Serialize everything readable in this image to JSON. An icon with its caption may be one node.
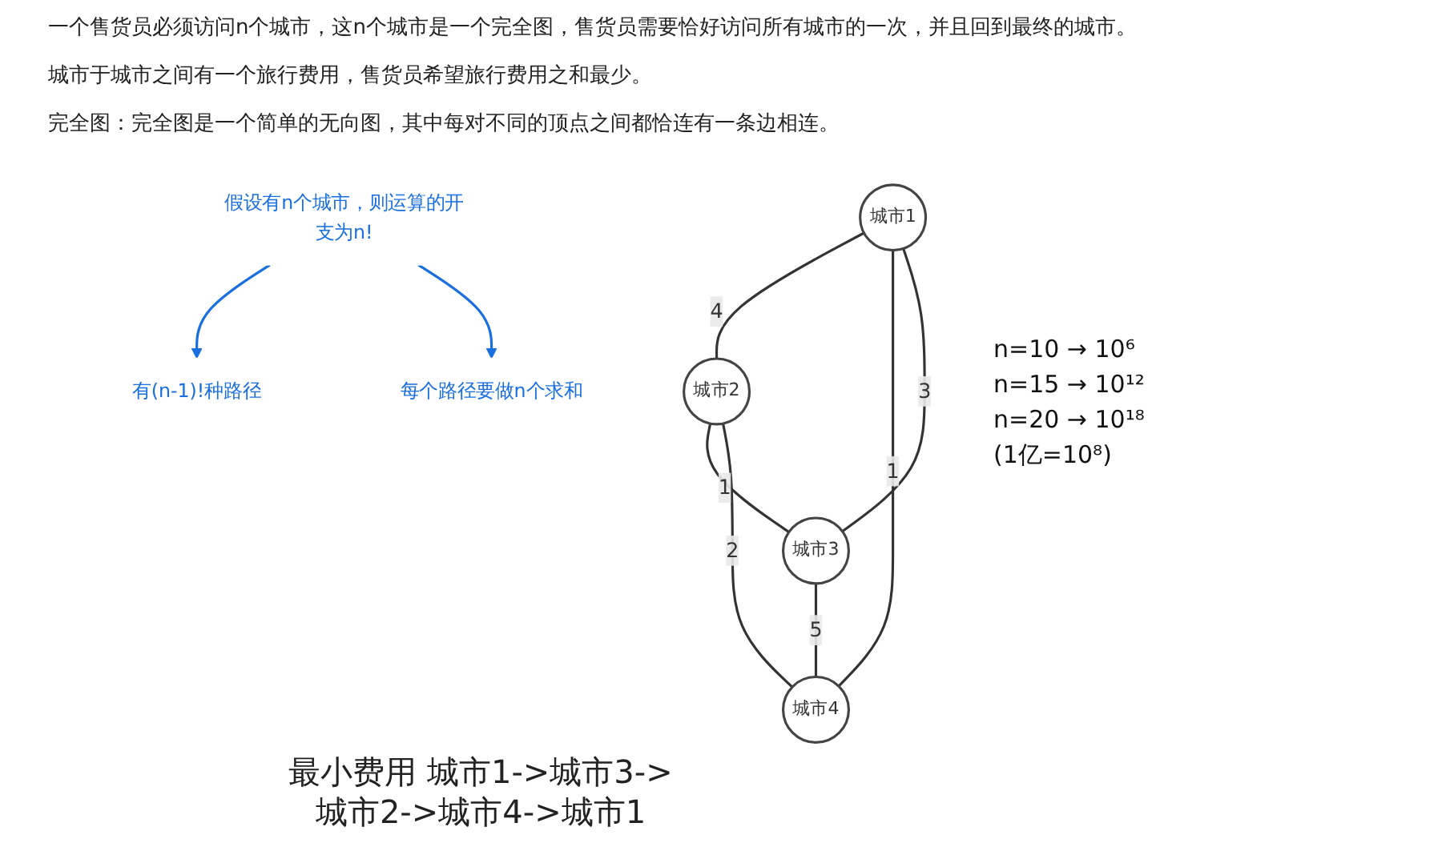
{
  "diagram": {
    "caption": "最小费用 城市1->城市3->城市2->城市4->城市1",
    "nodes": [
      {
        "text": [
          "城市1"
        ]
      },
      {
        "text": [
          "城市2"
        ]
      },
      {
        "text": [
          "城市3"
        ]
      },
      {
        "text": [
          "城市4"
        ]
      },
      {
        "text": [
          "假设有n个城市，则运算的开支为n!"
        ]
      },
      {
        "text": [
          "有(n-1)!种路径"
        ]
      },
      {
        "text": [
          "每个路径要做n个求和"
        ]
      }
    ],
    "edges": [
      {
        "from": 0,
        "to": 1,
        "arrow": "none",
        "label": "4"
      },
      {
        "from": 0,
        "to": 3,
        "arrow": "none",
        "label": "1"
      },
      {
        "from": 0,
        "to": 2,
        "arrow": "none",
        "label": "3"
      },
      {
        "from": 1,
        "to": 2,
        "arrow": "none",
        "label": "1"
      },
      {
        "from": 1,
        "to": 3,
        "arrow": "none",
        "label": "2"
      },
      {
        "from": 2,
        "to": 3,
        "arrow": "none",
        "label": "5"
      },
      {
        "from": 4,
        "to": 5,
        "arrow": "to",
        "color": "#1a6fe0"
      },
      {
        "from": 4,
        "to": 6,
        "arrow": "to",
        "color": "#1a6fe0"
      }
    ],
    "labels": [
      "一个售货员必须访问n个城市，这n个城市是一个完全图，售货员需要恰好访问所有城市的一次，并且回到最终的城市。",
      "城市于城市之间有一个旅行费用，售货员希望旅行费用之和最少。",
      "完全图：完全图是一个简单的无向图，其中每对不同的顶点之间都恰连有一条边相连。",
      "n=10 → 10⁶",
      "n=15 → 10¹²",
      "n=20 → 10¹⁸",
      "(1亿=10⁸)"
    ]
  }
}
